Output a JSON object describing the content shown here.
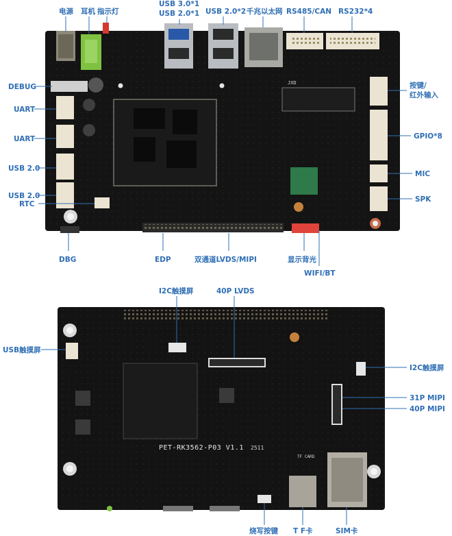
{
  "top_labels": {
    "power": "电源",
    "headphone": "耳机",
    "indicator": "指示灯",
    "usb3": "USB 3.0*1",
    "usb2_single": "USB 2.0*1",
    "usb2_double": "USB 2.0*2",
    "ethernet": "千兆以太网",
    "rs485": "RS485/CAN",
    "rs232": "RS232*4",
    "debug": "DEBUG",
    "uart1": "UART",
    "uart2": "UART",
    "usb2_left1": "USB 2.0",
    "usb2_left2": "USB 2.0",
    "rtc": "RTC",
    "keys_line1": "按键/",
    "keys_line2": "红外输入",
    "gpio": "GPIO*8",
    "mic": "MIC",
    "spk": "SPK",
    "dbg": "DBG",
    "edp": "EDP",
    "lvds_mipi": "双通道LVDS/MIPI",
    "backlight": "显示背光",
    "wifi_bt": "WIFI/BT"
  },
  "bottom_labels": {
    "i2c_touch_top": "I2C触摸屏",
    "lvds40": "40P  LVDS",
    "usb_touch": "USB触摸屏",
    "i2c_touch_right": "I2C触摸屏",
    "mipi31": "31P MIPI",
    "mipi40": "40P MIPI",
    "burn_key": "烧写按键",
    "tf_card": "T F卡",
    "sim_card": "SIM卡"
  },
  "board_text": {
    "model": "PET-RK3562-P03 V1.1",
    "date": "2511",
    "tf_silk": "TF CARD",
    "module_text": "JXD"
  },
  "colors": {
    "label": "#2f6fb5",
    "pcb": "#121212",
    "connector": "#e9e1cf"
  }
}
